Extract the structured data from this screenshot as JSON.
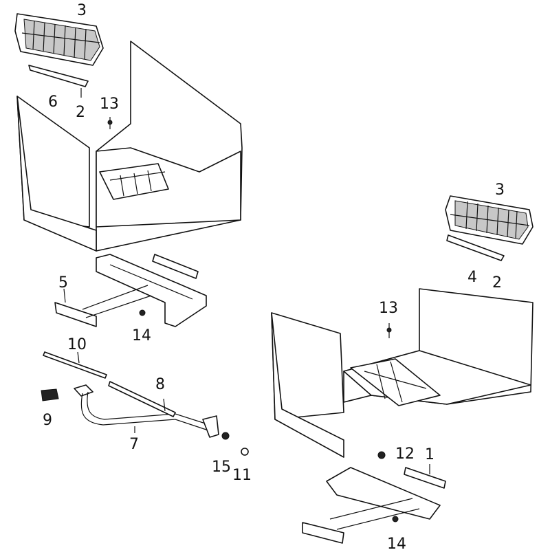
{
  "title": "Footrest and floor pan exploded parts diagram",
  "callouts": {
    "c3a": "3",
    "c2a": "2",
    "c6": "6",
    "c13a": "13",
    "c5": "5",
    "c14a": "14",
    "c10": "10",
    "c8": "8",
    "c9": "9",
    "c7": "7",
    "c15": "15",
    "c11": "11",
    "c3b": "3",
    "c4": "4",
    "c2b": "2",
    "c13b": "13",
    "c12": "12",
    "c1": "1",
    "c14b": "14"
  }
}
